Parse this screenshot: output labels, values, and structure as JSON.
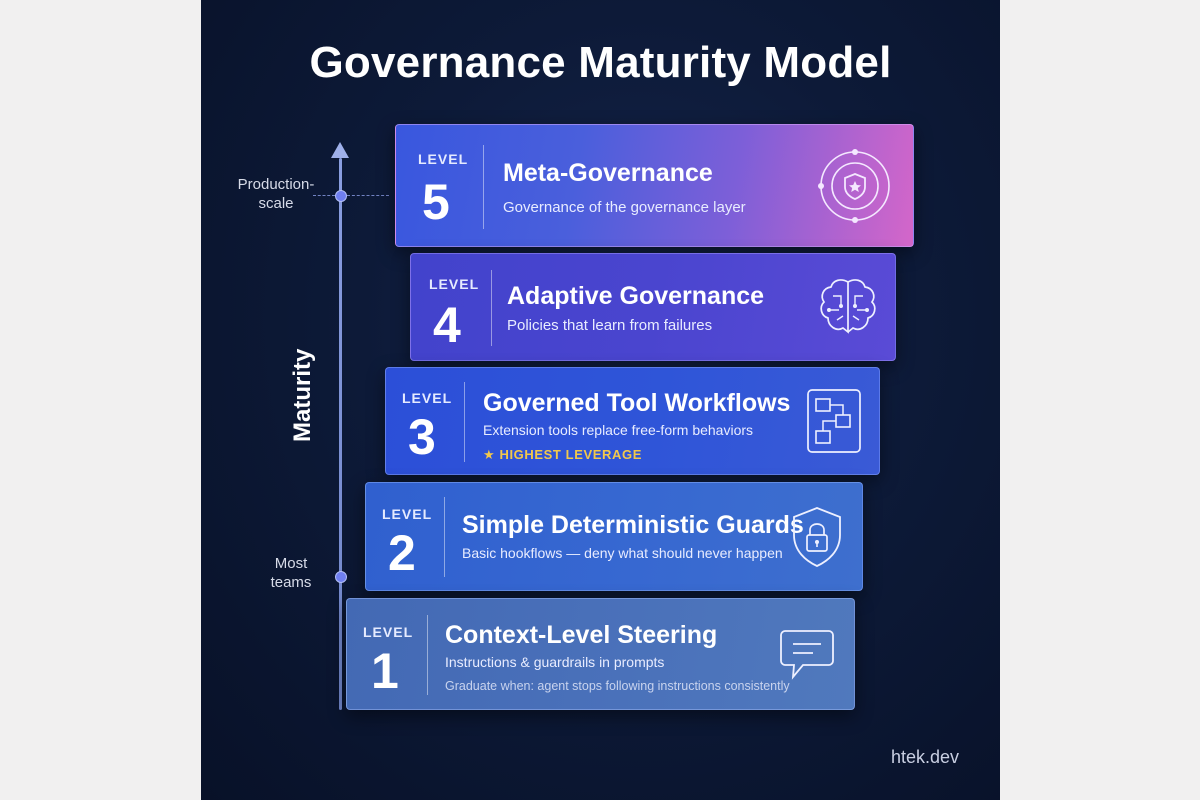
{
  "title": "Governance Maturity Model",
  "axis": {
    "label": "Maturity",
    "top_marker": "Production-\nscale",
    "bottom_marker": "Most\nteams"
  },
  "levels": [
    {
      "level_label": "LEVEL",
      "number": "5",
      "title": "Meta-Governance",
      "description": "Governance of the governance layer",
      "icon": "shield-star-orbit-icon"
    },
    {
      "level_label": "LEVEL",
      "number": "4",
      "title": "Adaptive Governance",
      "description": "Policies that learn from failures",
      "icon": "brain-circuit-icon"
    },
    {
      "level_label": "LEVEL",
      "number": "3",
      "title": "Governed Tool Workflows",
      "description": "Extension tools replace free-form behaviors",
      "badge": "HIGHEST LEVERAGE",
      "icon": "workflow-icon"
    },
    {
      "level_label": "LEVEL",
      "number": "2",
      "title": "Simple Deterministic Guards",
      "description": "Basic hookflows — deny what should never happen",
      "icon": "shield-lock-icon"
    },
    {
      "level_label": "LEVEL",
      "number": "1",
      "title": "Context-Level Steering",
      "description": "Instructions & guardrails in prompts",
      "note": "Graduate when: agent stops following instructions consistently",
      "icon": "chat-bubble-icon"
    }
  ],
  "footer": "htek.dev",
  "colors": {
    "background": "#0b1530",
    "level5_start": "#3d5be0",
    "level5_end": "#e466c8",
    "level4": "#4a3fc9",
    "level3": "#2f4fd6",
    "level2": "#3866d0",
    "level1": "#4a6fb8",
    "badge": "#f2c84b"
  }
}
